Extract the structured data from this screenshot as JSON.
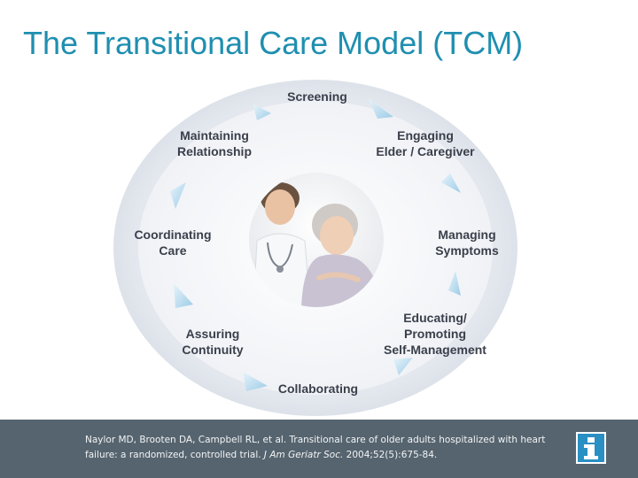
{
  "slide": {
    "title": "The Transitional Care Model (TCM)"
  },
  "cycle": {
    "steps": [
      {
        "id": "screening",
        "label": "Screening"
      },
      {
        "id": "engaging",
        "label": "Engaging\nElder / Caregiver"
      },
      {
        "id": "managing",
        "label": "Managing\nSymptoms"
      },
      {
        "id": "educating",
        "label": "Educating/\nPromoting\nSelf-Management"
      },
      {
        "id": "collaborating",
        "label": "Collaborating"
      },
      {
        "id": "assuring",
        "label": "Assuring\nContinuity"
      },
      {
        "id": "coordinating",
        "label": "Coordinating\nCare"
      },
      {
        "id": "maintaining",
        "label": "Maintaining\nRelationship"
      }
    ],
    "arrow_color": "#cfe6f3"
  },
  "footer": {
    "citation_main": "Naylor MD, Brooten DA, Campbell RL, et al. Transitional care of older adults hospitalized with heart failure: a randomized, controlled trial. ",
    "citation_journal": "J Am Geriatr Soc.",
    "citation_end": " 2004;52(5):675-84.",
    "background_color": "#56646f",
    "logo_color": "#2a8fc2"
  }
}
